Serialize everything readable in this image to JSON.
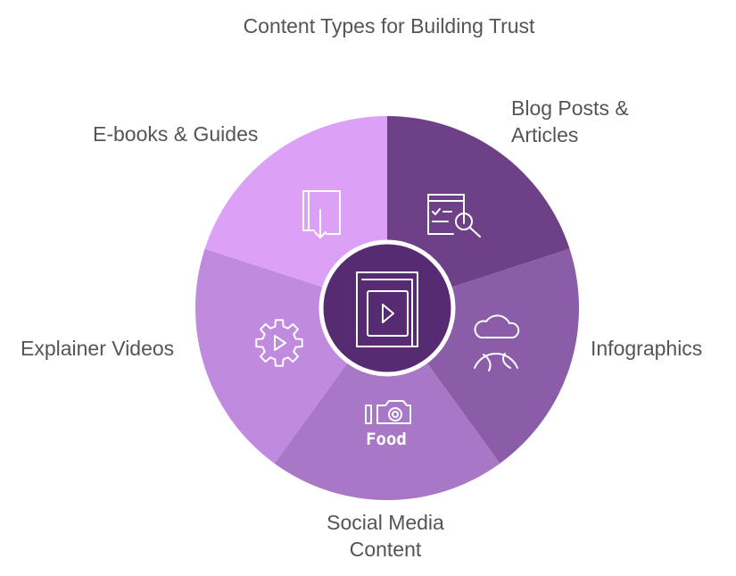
{
  "title": "Content Types for Building Trust",
  "colors": {
    "blog": "#6d4087",
    "infographics": "#8b5ca8",
    "social": "#a878c6",
    "explainer": "#c08ade",
    "ebooks": "#dca0f7",
    "center": "#562b72",
    "center_border": "#ffffff",
    "icon_stroke": "#ffffff",
    "label_text": "#555555"
  },
  "segments": [
    {
      "id": "blog",
      "label_lines": [
        "Blog Posts &",
        "Articles"
      ],
      "icon": "browser-search-icon"
    },
    {
      "id": "infographics",
      "label_lines": [
        "Infographics"
      ],
      "icon": "cloud-globe-icon"
    },
    {
      "id": "social",
      "label_lines": [
        "Social Media",
        "Content"
      ],
      "icon": "camera-food-icon",
      "icon_text": "Food"
    },
    {
      "id": "explainer",
      "label_lines": [
        "Explainer Videos"
      ],
      "icon": "gear-play-icon"
    },
    {
      "id": "ebooks",
      "label_lines": [
        "E-books & Guides"
      ],
      "icon": "book-download-icon"
    }
  ],
  "center": {
    "icon": "book-play-icon"
  }
}
